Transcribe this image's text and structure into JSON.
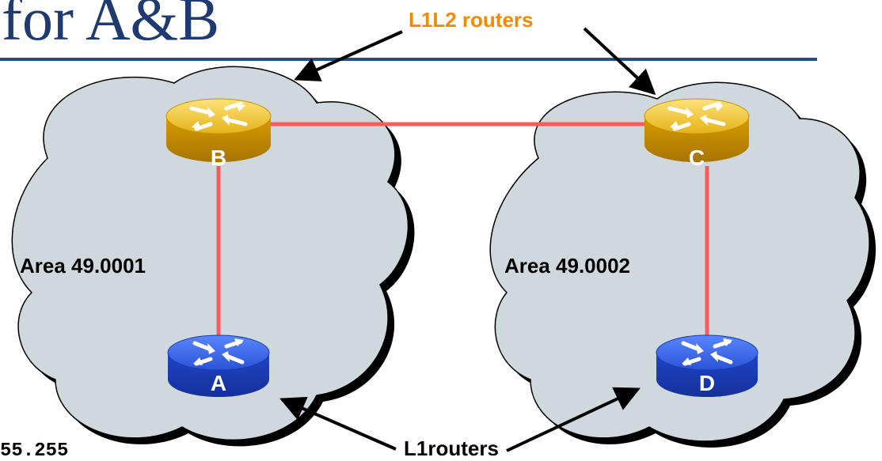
{
  "title_fragment": "for A&B",
  "callouts": {
    "l1l2": "L1L2 routers",
    "l1": "L1routers"
  },
  "areas": [
    {
      "label": "Area 49.0001"
    },
    {
      "label": "Area 49.0002"
    }
  ],
  "routers": {
    "a": {
      "label": "A",
      "type": "level-1",
      "icon": "router-icon-blue"
    },
    "b": {
      "label": "B",
      "type": "level-1-2",
      "icon": "router-icon-gold"
    },
    "c": {
      "label": "C",
      "type": "level-1-2",
      "icon": "router-icon-gold"
    },
    "d": {
      "label": "D",
      "type": "level-1",
      "icon": "router-icon-blue"
    }
  },
  "links": [
    {
      "from": "B",
      "to": "C"
    },
    {
      "from": "B",
      "to": "A"
    },
    {
      "from": "C",
      "to": "D"
    }
  ],
  "bottom_text_fragment": "55.255",
  "colors": {
    "title": "#1f3a6e",
    "rule": "#1f4e8c",
    "cloud": "#cfd8dc",
    "link": "#ff5a5a",
    "callout": "#f08a00",
    "l1_router": "#2a4fd6",
    "l1l2_router": "#e0a800"
  }
}
